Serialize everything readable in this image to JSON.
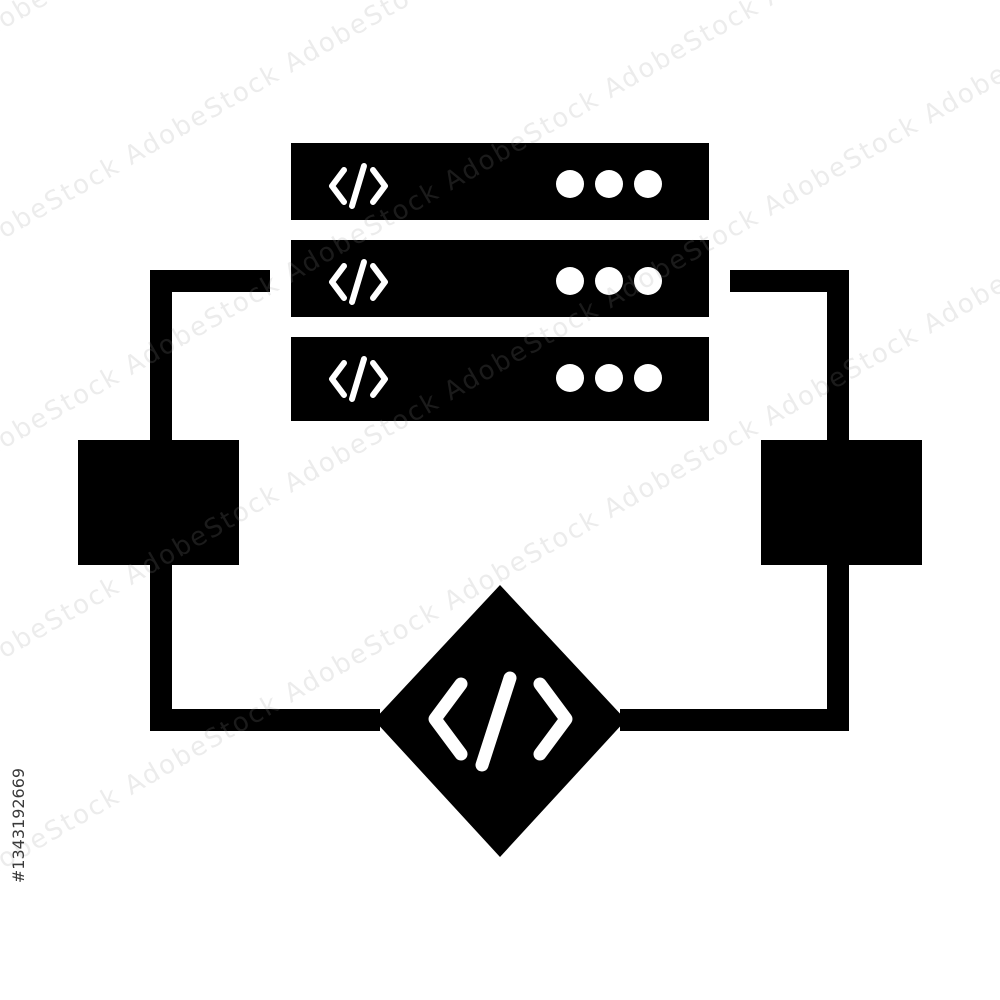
{
  "icon": {
    "name": "code-server-workflow-icon",
    "foreground": "#000000",
    "background": "#ffffff",
    "server_units": 3,
    "server_unit_glyph": "code-brackets",
    "status_dots_per_unit": 3,
    "side_blocks": 2,
    "decision_node_glyph": "code-brackets"
  },
  "watermark": {
    "text": "AdobeStock",
    "color": "rgba(150,150,150,0.18)"
  },
  "stock_id": "#1343192669"
}
